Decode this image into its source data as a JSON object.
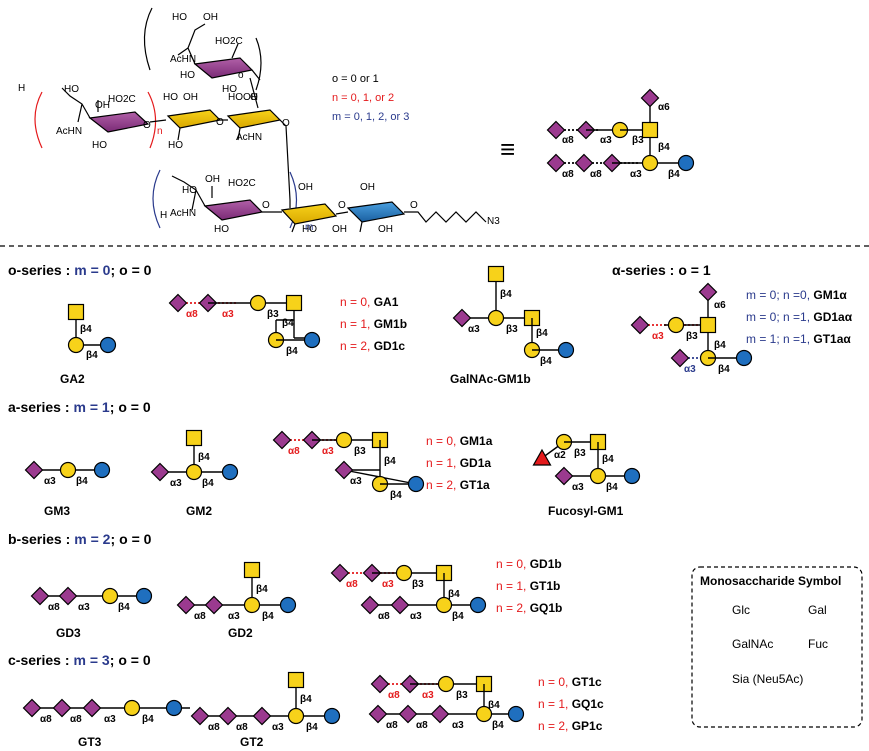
{
  "structure": {
    "acHN": "AcHN",
    "nhAc": "AcHN",
    "co2h": "HO2C",
    "ho": "HO",
    "oh": "OH",
    "o": "O",
    "h": "H",
    "n3": "N3",
    "var_o": "o",
    "var_n": "n",
    "var_m": "m"
  },
  "legend_vars": {
    "o": "o = 0 or 1",
    "n": "n = 0, 1, or 2",
    "m": "m = 0, 1, 2, or 3"
  },
  "equals": "≡",
  "series": {
    "o": {
      "label": "o-series :",
      "cond_m": "m = 0",
      "cond_sep": ";",
      "cond_o": "o = 0"
    },
    "alpha": {
      "label": "α-series :",
      "cond_o": "o = 1"
    },
    "a": {
      "label": "a-series :",
      "cond_m": "m = 1",
      "cond_sep": ";",
      "cond_o": "o = 0"
    },
    "b": {
      "label": "b-series :",
      "cond_m": "m = 2",
      "cond_sep": ";",
      "cond_o": "o = 0"
    },
    "c": {
      "label": "c-series :",
      "cond_m": "m = 3",
      "cond_sep": ";",
      "cond_o": "o = 0"
    }
  },
  "names": {
    "GA2": "GA2",
    "GalNAcGM1b": "GalNAc-GM1b",
    "GM3": "GM3",
    "GM2": "GM2",
    "FucosylGM1": "Fucosyl-GM1",
    "GD3": "GD3",
    "GD2": "GD2",
    "GT3": "GT3",
    "GT2": "GT2"
  },
  "option_lists": {
    "o_series": [
      {
        "prefix": "n = 0, ",
        "name": "GA1"
      },
      {
        "prefix": "n = 1, ",
        "name": "GM1b"
      },
      {
        "prefix": "n = 2, ",
        "name": "GD1c"
      }
    ],
    "alpha_series": [
      {
        "prefix": "m = 0; n =0, ",
        "name": "GM1α"
      },
      {
        "prefix": "m = 0; n =1, ",
        "name": "GD1aα"
      },
      {
        "prefix": "m = 1; n =1, ",
        "name": "GT1aα"
      }
    ],
    "a_series": [
      {
        "prefix": "n = 0, ",
        "name": "GM1a"
      },
      {
        "prefix": "n = 1, ",
        "name": "GD1a"
      },
      {
        "prefix": "n = 2, ",
        "name": "GT1a"
      }
    ],
    "b_series": [
      {
        "prefix": "n = 0, ",
        "name": "GD1b"
      },
      {
        "prefix": "n = 1, ",
        "name": "GT1b"
      },
      {
        "prefix": "n = 2, ",
        "name": "GQ1b"
      }
    ],
    "c_series": [
      {
        "prefix": "n = 0, ",
        "name": "GT1c"
      },
      {
        "prefix": "n = 1, ",
        "name": "GQ1c"
      },
      {
        "prefix": "n = 2, ",
        "name": "GP1c"
      }
    ]
  },
  "links": {
    "a8": "α8",
    "a3": "α3",
    "a6": "α6",
    "a2": "α2",
    "b3": "β3",
    "b4": "β4"
  },
  "symbol_legend": {
    "title": "Monosaccharide Symbol",
    "glc": "Glc",
    "gal": "Gal",
    "galnac": "GalNAc",
    "fuc": "Fuc",
    "sia": "Sia (Neu5Ac)"
  },
  "colors": {
    "glc": "#1f6fbf",
    "gal": "#f7d21a",
    "galnac": "#f7d21a",
    "fuc": "#e41a1c",
    "sia": "#9b3a8f",
    "blue_text": "#2a3a8c",
    "red_text": "#e41a1c"
  }
}
